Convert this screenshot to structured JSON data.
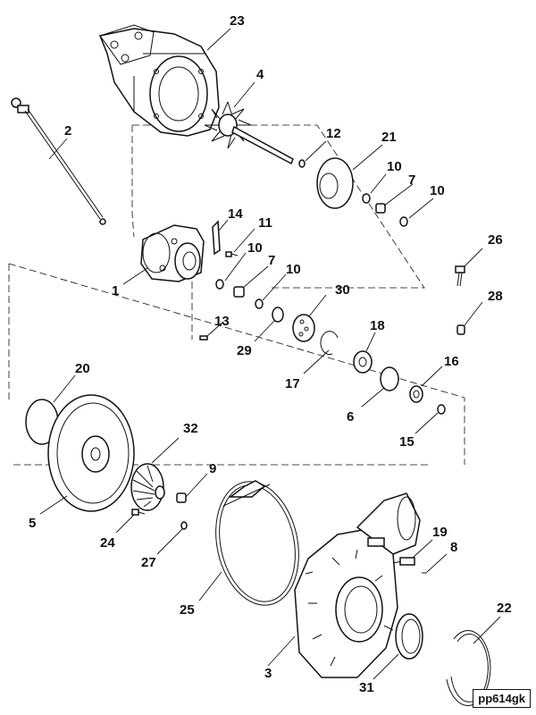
{
  "diagram": {
    "reference_code": "pp614gk",
    "callouts": {
      "c1": "1",
      "c2": "2",
      "c3": "3",
      "c4": "4",
      "c5": "5",
      "c6": "6",
      "c7a": "7",
      "c7b": "7",
      "c8": "8",
      "c9": "9",
      "c10a": "10",
      "c10b": "10",
      "c10c": "10",
      "c10d": "10",
      "c11": "11",
      "c12": "12",
      "c13": "13",
      "c14": "14",
      "c15": "15",
      "c16": "16",
      "c17": "17",
      "c18": "18",
      "c19": "19",
      "c20": "20",
      "c21": "21",
      "c22": "22",
      "c23": "23",
      "c24": "24",
      "c25": "25",
      "c26": "26",
      "c27": "27",
      "c28": "28",
      "c29": "29",
      "c30": "30",
      "c31": "31",
      "c32": "32"
    }
  }
}
